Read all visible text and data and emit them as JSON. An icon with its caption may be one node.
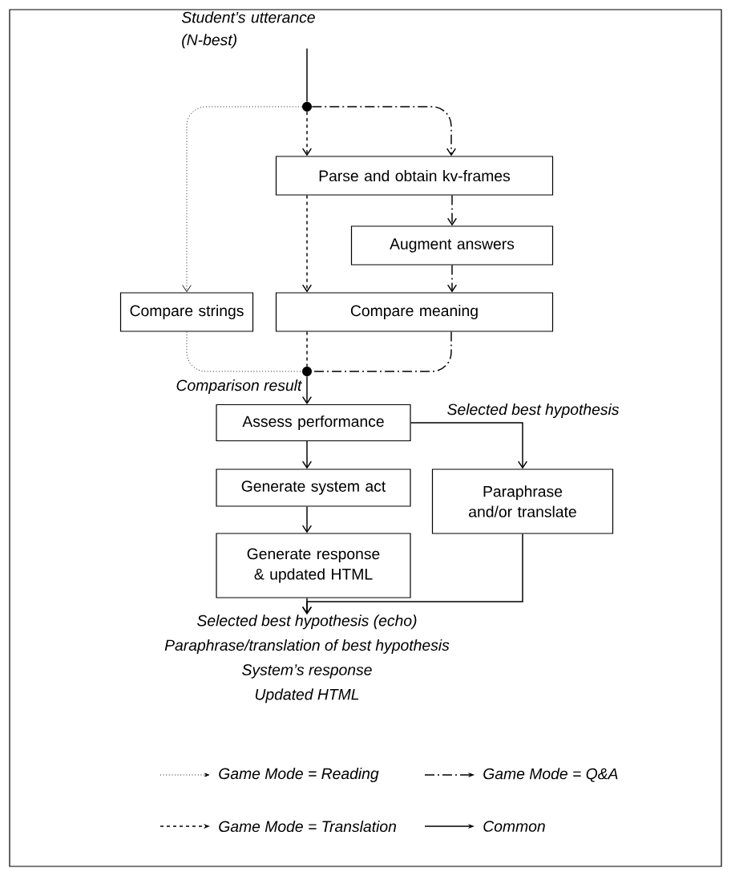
{
  "diagram": {
    "nodes": [
      {
        "text": [
          "Student’s utterance (N-best)"
        ]
      },
      {
        "text": [],
        "shape": "circle"
      },
      {
        "text": [
          "Parse and obtain kv-frames"
        ]
      },
      {
        "text": [
          "Augment answers"
        ]
      },
      {
        "text": [
          "Compare strings"
        ]
      },
      {
        "text": [
          "Compare meaning"
        ]
      },
      {
        "text": [],
        "shape": "circle"
      },
      {
        "text": [
          "Assess performance"
        ]
      },
      {
        "text": [
          "Generate system act"
        ]
      },
      {
        "text": [
          "Paraphrase and/or translate"
        ]
      },
      {
        "text": [
          "Generate response & updated HTML"
        ]
      },
      {
        "text": [
          "Selected best hypothesis (echo)",
          "Paraphrase/translation of best hypothesis",
          "System’s response",
          "Updated HTML"
        ]
      }
    ],
    "edges": [
      {
        "from": 0,
        "to": 1,
        "arrow": "none"
      },
      {
        "from": 1,
        "to": 2,
        "arrow": "to",
        "style": "dashed"
      },
      {
        "from": 1,
        "to": 2,
        "arrow": "to",
        "style": "dashed"
      },
      {
        "from": 1,
        "to": 4,
        "arrow": "to",
        "style": "dashed"
      },
      {
        "from": 2,
        "to": 5,
        "arrow": "to",
        "style": "dashed"
      },
      {
        "from": 2,
        "to": 3,
        "arrow": "to",
        "style": "dashed"
      },
      {
        "from": 3,
        "to": 5,
        "arrow": "to",
        "style": "dashed"
      },
      {
        "from": 4,
        "to": 6,
        "arrow": "none",
        "style": "dashed"
      },
      {
        "from": 5,
        "to": 6,
        "arrow": "none",
        "style": "dashed"
      },
      {
        "from": 5,
        "to": 6,
        "arrow": "none",
        "style": "dashed"
      },
      {
        "from": 6,
        "to": 7,
        "arrow": "to",
        "label": "Comparison result"
      },
      {
        "from": 7,
        "to": 8,
        "arrow": "to"
      },
      {
        "from": 7,
        "to": 9,
        "arrow": "to",
        "label": "Selected best hypothesis"
      },
      {
        "from": 8,
        "to": 10,
        "arrow": "to"
      },
      {
        "from": 10,
        "to": 11,
        "arrow": "to"
      },
      {
        "from": 9,
        "to": 11,
        "arrow": "to"
      }
    ],
    "legend": [
      {
        "text": "Game Mode = Reading"
      },
      {
        "text": "Game Mode = Q&A"
      },
      {
        "text": "Game Mode = Translation"
      },
      {
        "text": "Common"
      }
    ]
  }
}
